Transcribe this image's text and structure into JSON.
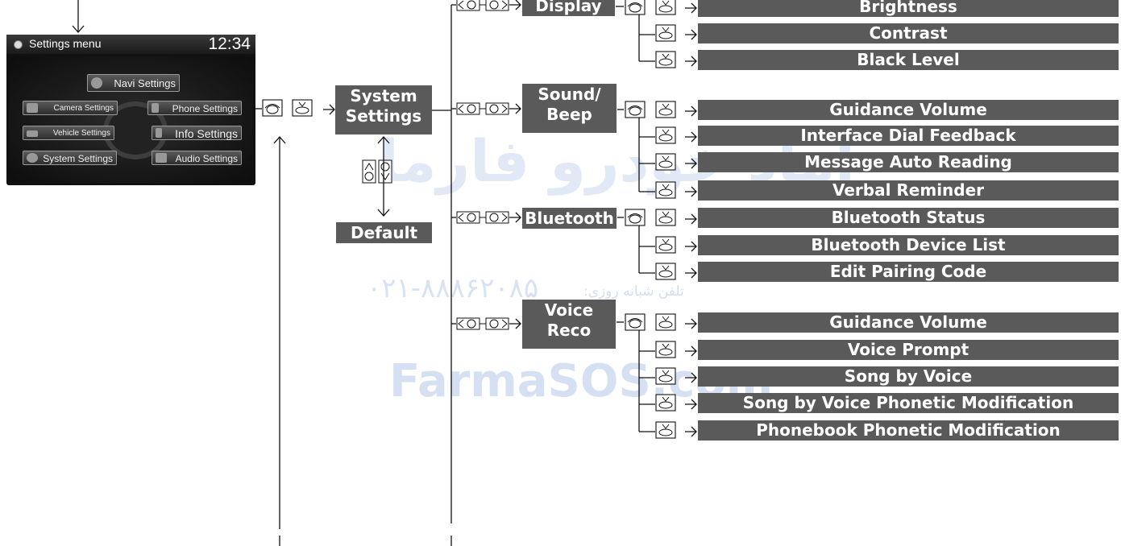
{
  "settings_screen": {
    "title": "Settings menu",
    "time": "12:34",
    "buttons": {
      "navi": "Navi Settings",
      "camera": "Camera Settings",
      "phone": "Phone Settings",
      "vehicle": "Vehicle Settings",
      "info": "Info Settings",
      "system": "System Settings",
      "audio": "Audio Settings"
    }
  },
  "nodes": {
    "system_settings": [
      "System",
      "Settings"
    ],
    "default": "Default",
    "display": "Display",
    "sound_beep": [
      "Sound/",
      "Beep"
    ],
    "bluetooth": "Bluetooth",
    "voice_reco": [
      "Voice",
      "Reco"
    ]
  },
  "leaves": {
    "display": [
      "Brightness",
      "Contrast",
      "Black Level"
    ],
    "sound_beep": [
      "Guidance Volume",
      "Interface Dial Feedback",
      "Message Auto Reading",
      "Verbal Reminder"
    ],
    "bluetooth": [
      "Bluetooth Status",
      "Bluetooth Device List",
      "Edit Pairing Code"
    ],
    "voice_reco": [
      "Guidance Volume",
      "Voice Prompt",
      "Song by Voice",
      "Song by Voice Phonetic Modification",
      "Phonebook Phonetic Modification"
    ]
  },
  "watermark": {
    "persian_text": "اماد خودرو فارما",
    "phone": "۰۲۱-۸۸۸۶۲۰۸۵",
    "phone_label": "تلفن شبانه روزی:",
    "brand": "FarmaSOS.com"
  },
  "colors": {
    "box_fill": "#5a5a5a",
    "box_text": "#ffffff",
    "watermark": "#c9d6ef"
  }
}
